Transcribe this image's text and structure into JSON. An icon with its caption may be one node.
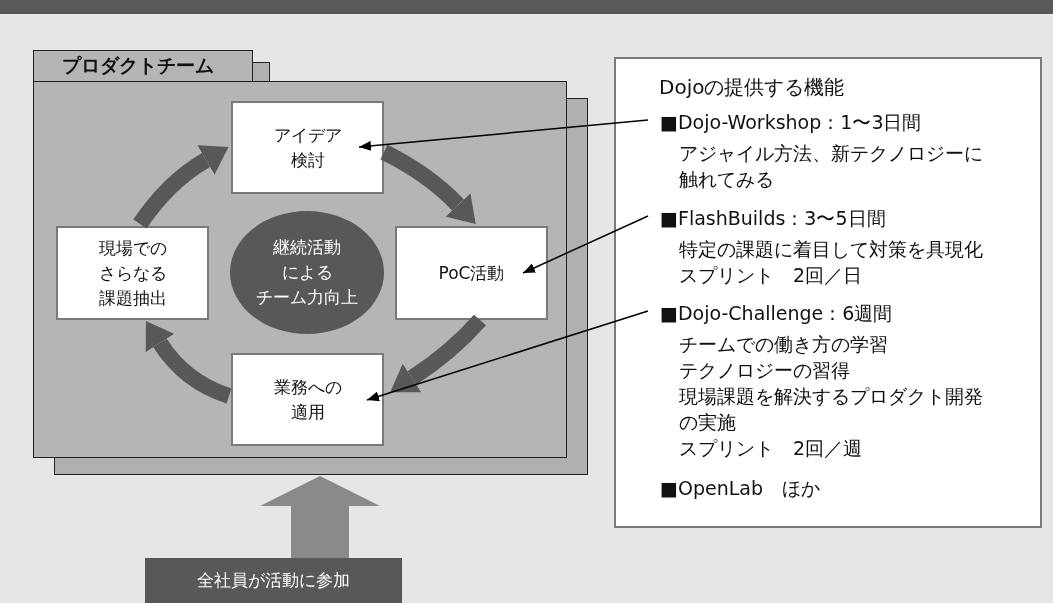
{
  "diagram": {
    "nodes": [
      {
        "text": [
          "プロダクトチーム"
        ]
      },
      {
        "text": [
          "アイデア検討"
        ],
        "in": 0
      },
      {
        "text": [
          "PoC活動"
        ],
        "in": 0
      },
      {
        "text": [
          "業務への適用"
        ],
        "in": 0
      },
      {
        "text": [
          "現場でのさらなる課題抽出"
        ],
        "in": 0
      },
      {
        "text": [
          "継続活動によるチーム力向上"
        ],
        "in": 0
      },
      {
        "text": [
          "Dojoの提供する機能"
        ]
      },
      {
        "text": [
          "■Dojo-Workshop：1〜3日間",
          "アジャイル方法、新テクノロジーに触れてみる"
        ],
        "in": 6
      },
      {
        "text": [
          "■FlashBuilds：3〜5日間",
          "特定の課題に着目して対策を具現化",
          "スプリント　2回／日"
        ],
        "in": 6
      },
      {
        "text": [
          "■Dojo-Challenge：6週間",
          "チームでの働き方の学習",
          "テクノロジーの習得",
          "現場課題を解決するプロダクト開発の実施",
          "スプリント　2回／週"
        ],
        "in": 6
      },
      {
        "text": [
          "全社員が活動に参加"
        ]
      }
    ],
    "edges": [
      {
        "from": 1,
        "to": 2,
        "arrow": "to"
      },
      {
        "from": 2,
        "to": 3,
        "arrow": "to"
      },
      {
        "from": 3,
        "to": 4,
        "arrow": "to"
      },
      {
        "from": 4,
        "to": 1,
        "arrow": "to"
      },
      {
        "from": 7,
        "to": 1,
        "arrow": "to",
        "color": "#000000"
      },
      {
        "from": 8,
        "to": 2,
        "arrow": "to",
        "color": "#000000"
      },
      {
        "from": 9,
        "to": 3,
        "arrow": "to",
        "color": "#000000"
      },
      {
        "from": 10,
        "to": 0,
        "arrow": "to",
        "style": "thick",
        "color": "#8a8a8a"
      }
    ],
    "labels": [
      "■OpenLab　ほか"
    ]
  }
}
